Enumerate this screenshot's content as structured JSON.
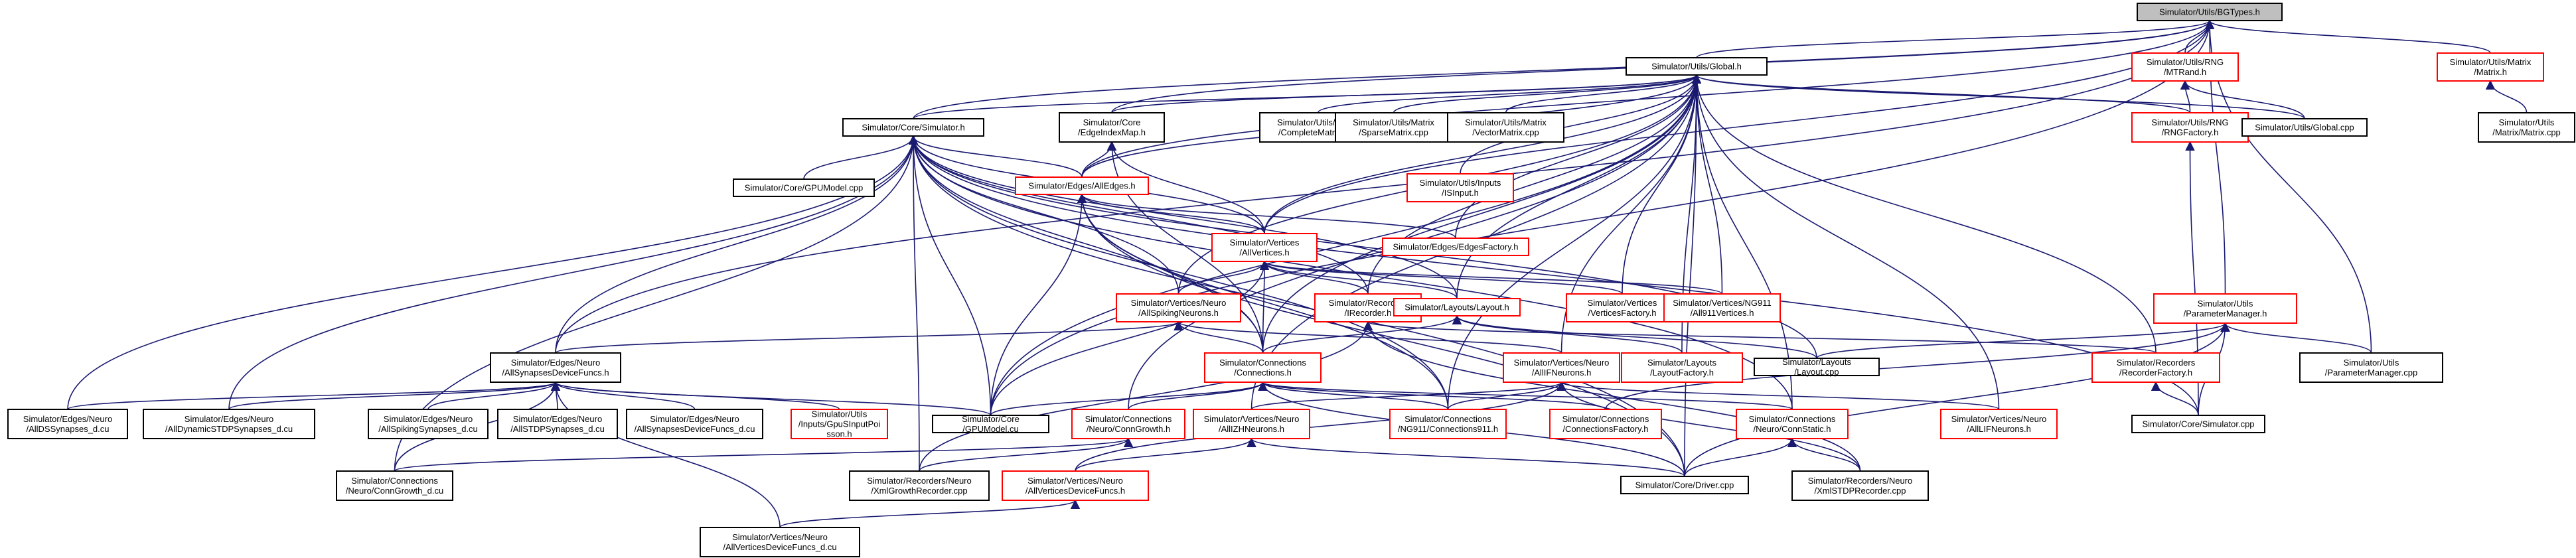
{
  "colors": {
    "edge": "#191970",
    "border_standard": "#000000",
    "border_incomplete": "#ff0000",
    "fill_root": "#bfbfbf",
    "fill_default": "#ffffff"
  },
  "nodes": {
    "bgtypes": {
      "label": "Simulator/Utils/BGTypes.h",
      "status": "root"
    },
    "global_h": {
      "label": "Simulator/Utils/Global.h",
      "status": "standard"
    },
    "mtrand": {
      "label": "Simulator/Utils/RNG/MTRand.h",
      "status": "incomplete"
    },
    "matrix_h": {
      "label": "Simulator/Utils/Matrix/Matrix.h",
      "status": "incomplete"
    },
    "core_simulator_h": {
      "label": "Simulator/Core/Simulator.h",
      "status": "standard"
    },
    "edgeindexmap": {
      "label": "Simulator/Core/EdgeIndexMap.h",
      "status": "standard"
    },
    "completematrix": {
      "label": "Simulator/Utils/Matrix/CompleteMatrix.cpp",
      "status": "standard"
    },
    "sparsematrix": {
      "label": "Simulator/Utils/Matrix/SparseMatrix.cpp",
      "status": "standard"
    },
    "vectormatrix": {
      "label": "Simulator/Utils/Matrix/VectorMatrix.cpp",
      "status": "standard"
    },
    "rngfactory": {
      "label": "Simulator/Utils/RNG/RNGFactory.h",
      "status": "incomplete"
    },
    "global_cpp": {
      "label": "Simulator/Utils/Global.cpp",
      "status": "standard"
    },
    "matrix_cpp": {
      "label": "Simulator/Utils/Matrix/Matrix.cpp",
      "status": "standard"
    },
    "gpumodel_cpp": {
      "label": "Simulator/Core/GPUModel.cpp",
      "status": "standard"
    },
    "isinput": {
      "label": "Simulator/Utils/Inputs/ISInput.h",
      "status": "incomplete"
    },
    "alledges": {
      "label": "Simulator/Edges/AllEdges.h",
      "status": "incomplete"
    },
    "allvertices": {
      "label": "Simulator/Vertices/AllVertices.h",
      "status": "incomplete"
    },
    "edgesfactory": {
      "label": "Simulator/Edges/EdgesFactory.h",
      "status": "incomplete"
    },
    "paramman_h": {
      "label": "Simulator/Utils/ParameterManager.h",
      "status": "incomplete"
    },
    "allspiking": {
      "label": "Simulator/Vertices/Neuro/AllSpikingNeurons.h",
      "status": "incomplete"
    },
    "irecorder": {
      "label": "Simulator/Recorders/IRecorder.h",
      "status": "incomplete"
    },
    "layout_h": {
      "label": "Simulator/Layouts/Layout.h",
      "status": "incomplete"
    },
    "verticesfactory": {
      "label": "Simulator/Vertices/VerticesFactory.h",
      "status": "incomplete"
    },
    "ng911vertices": {
      "label": "Simulator/Vertices/NG911/All911Vertices.h",
      "status": "incomplete"
    },
    "synapsesdevicefuncs": {
      "label": "Simulator/Edges/Neuro/AllSynapsesDeviceFuncs.h",
      "status": "standard"
    },
    "connections_h": {
      "label": "Simulator/Connections/Connections.h",
      "status": "incomplete"
    },
    "alliffneurons": {
      "label": "Simulator/Vertices/Neuro/AllIFNeurons.h",
      "status": "incomplete"
    },
    "layoutfactory": {
      "label": "Simulator/Layouts/LayoutFactory.h",
      "status": "incomplete"
    },
    "layout_cpp": {
      "label": "Simulator/Layouts/Layout.cpp",
      "status": "standard"
    },
    "recorderfactory": {
      "label": "Simulator/Recorders/RecorderFactory.h",
      "status": "incomplete"
    },
    "paramman_cpp": {
      "label": "Simulator/Utils/ParameterManager.cpp",
      "status": "standard"
    },
    "allds_cu": {
      "label": "Simulator/Edges/Neuro/AllDSSynapses_d.cu",
      "status": "standard"
    },
    "alldynstdp_cu": {
      "label": "Simulator/Edges/Neuro/AllDynamicSTDPSynapses_d.cu",
      "status": "standard"
    },
    "allspikingsyn_cu": {
      "label": "Simulator/Edges/Neuro/AllSpikingSynapses_d.cu",
      "status": "standard"
    },
    "allstdp_cu": {
      "label": "Simulator/Edges/Neuro/AllSTDPSynapses_d.cu",
      "status": "standard"
    },
    "allsyndevfuncs_cu": {
      "label": "Simulator/Edges/Neuro/AllSynapsesDeviceFuncs_d.cu",
      "status": "standard"
    },
    "gpuspoisson": {
      "label": "Simulator/Utils/Inputs/GpuSInputPoisson.h",
      "status": "incomplete"
    },
    "gpumodel_cu": {
      "label": "Simulator/Core/GPUModel.cu",
      "status": "standard"
    },
    "conngrowth_h": {
      "label": "Simulator/Connections/Neuro/ConnGrowth.h",
      "status": "incomplete"
    },
    "allizh": {
      "label": "Simulator/Vertices/Neuro/AllIZHNeurons.h",
      "status": "incomplete"
    },
    "connections911": {
      "label": "Simulator/Connections/NG911/Connections911.h",
      "status": "incomplete"
    },
    "connfactory": {
      "label": "Simulator/Connections/ConnectionsFactory.h",
      "status": "incomplete"
    },
    "connstatic": {
      "label": "Simulator/Connections/Neuro/ConnStatic.h",
      "status": "incomplete"
    },
    "alllif": {
      "label": "Simulator/Vertices/Neuro/AllLIFNeurons.h",
      "status": "incomplete"
    },
    "core_simulator_cpp": {
      "label": "Simulator/Core/Simulator.cpp",
      "status": "standard"
    },
    "conngrowth_cu": {
      "label": "Simulator/Connections/Neuro/ConnGrowth_d.cu",
      "status": "standard"
    },
    "xmlgrowth": {
      "label": "Simulator/Recorders/Neuro/XmlGrowthRecorder.cpp",
      "status": "standard"
    },
    "allverticesdevfuncs_h": {
      "label": "Simulator/Vertices/Neuro/AllVerticesDeviceFuncs.h",
      "status": "incomplete"
    },
    "driver": {
      "label": "Simulator/Core/Driver.cpp",
      "status": "standard"
    },
    "xmlstdp": {
      "label": "Simulator/Recorders/Neuro/XmlSTDPRecorder.cpp",
      "status": "standard"
    },
    "allverticesdevfuncs_cu": {
      "label": "Simulator/Vertices/Neuro/AllVerticesDeviceFuncs_d.cu",
      "status": "standard"
    }
  },
  "edges": [
    [
      "global_h",
      "bgtypes"
    ],
    [
      "mtrand",
      "bgtypes"
    ],
    [
      "matrix_h",
      "bgtypes"
    ],
    [
      "core_simulator_h",
      "bgtypes"
    ],
    [
      "edgeindexmap",
      "bgtypes"
    ],
    [
      "alledges",
      "bgtypes"
    ],
    [
      "allvertices",
      "bgtypes"
    ],
    [
      "paramman_h",
      "bgtypes"
    ],
    [
      "synapsesdevicefuncs",
      "bgtypes"
    ],
    [
      "paramman_cpp",
      "bgtypes"
    ],
    [
      "gpumodel_cu",
      "bgtypes"
    ],
    [
      "matrix_cpp",
      "matrix_h"
    ],
    [
      "rngfactory",
      "mtrand"
    ],
    [
      "global_cpp",
      "mtrand"
    ],
    [
      "core_simulator_cpp",
      "rngfactory"
    ],
    [
      "core_simulator_h",
      "global_h"
    ],
    [
      "edgeindexmap",
      "global_h"
    ],
    [
      "completematrix",
      "global_h"
    ],
    [
      "sparsematrix",
      "global_h"
    ],
    [
      "vectormatrix",
      "global_h"
    ],
    [
      "rngfactory",
      "global_h"
    ],
    [
      "global_cpp",
      "global_h"
    ],
    [
      "isinput",
      "global_h"
    ],
    [
      "alledges",
      "global_h"
    ],
    [
      "allvertices",
      "global_h"
    ],
    [
      "edgesfactory",
      "global_h"
    ],
    [
      "allspiking",
      "global_h"
    ],
    [
      "irecorder",
      "global_h"
    ],
    [
      "layout_h",
      "global_h"
    ],
    [
      "verticesfactory",
      "global_h"
    ],
    [
      "ng911vertices",
      "global_h"
    ],
    [
      "connections_h",
      "global_h"
    ],
    [
      "alliffneurons",
      "global_h"
    ],
    [
      "layoutfactory",
      "global_h"
    ],
    [
      "recorderfactory",
      "global_h"
    ],
    [
      "gpumodel_cu",
      "global_h"
    ],
    [
      "connections911",
      "global_h"
    ],
    [
      "connstatic",
      "global_h"
    ],
    [
      "alllif",
      "global_h"
    ],
    [
      "driver",
      "global_h"
    ],
    [
      "conngrowth_h",
      "global_h"
    ],
    [
      "allizh",
      "global_h"
    ],
    [
      "gpumodel_cpp",
      "core_simulator_h"
    ],
    [
      "alledges",
      "core_simulator_h"
    ],
    [
      "allvertices",
      "core_simulator_h"
    ],
    [
      "allspiking",
      "core_simulator_h"
    ],
    [
      "irecorder",
      "core_simulator_h"
    ],
    [
      "layout_h",
      "core_simulator_h"
    ],
    [
      "synapsesdevicefuncs",
      "core_simulator_h"
    ],
    [
      "connections_h",
      "core_simulator_h"
    ],
    [
      "gpumodel_cu",
      "core_simulator_h"
    ],
    [
      "allds_cu",
      "core_simulator_h"
    ],
    [
      "alldynstdp_cu",
      "core_simulator_h"
    ],
    [
      "conngrowth_cu",
      "core_simulator_h"
    ],
    [
      "connections911",
      "core_simulator_h"
    ],
    [
      "connstatic",
      "core_simulator_h"
    ],
    [
      "driver",
      "core_simulator_h"
    ],
    [
      "core_simulator_cpp",
      "core_simulator_h"
    ],
    [
      "layout_cpp",
      "core_simulator_h"
    ],
    [
      "xmlgrowth",
      "core_simulator_h"
    ],
    [
      "alledges",
      "edgeindexmap"
    ],
    [
      "allvertices",
      "edgeindexmap"
    ],
    [
      "connections_h",
      "edgeindexmap"
    ],
    [
      "allvertices",
      "alledges"
    ],
    [
      "edgesfactory",
      "alledges"
    ],
    [
      "connections_h",
      "alledges"
    ],
    [
      "gpumodel_cu",
      "alledges"
    ],
    [
      "connections911",
      "alledges"
    ],
    [
      "driver",
      "alledges"
    ],
    [
      "allspiking",
      "allvertices"
    ],
    [
      "irecorder",
      "allvertices"
    ],
    [
      "layout_h",
      "allvertices"
    ],
    [
      "verticesfactory",
      "allvertices"
    ],
    [
      "ng911vertices",
      "allvertices"
    ],
    [
      "connections_h",
      "allvertices"
    ],
    [
      "gpumodel_cu",
      "allvertices"
    ],
    [
      "layoutfactory",
      "layout_h"
    ],
    [
      "layout_cpp",
      "layout_h"
    ],
    [
      "connections_h",
      "layout_h"
    ],
    [
      "layout_h",
      "irecorder"
    ],
    [
      "alliffneurons",
      "allspiking"
    ],
    [
      "synapsesdevicefuncs",
      "allspiking"
    ],
    [
      "connections_h",
      "allspiking"
    ],
    [
      "recorderfactory",
      "irecorder"
    ],
    [
      "xmlgrowth",
      "irecorder"
    ],
    [
      "xmlstdp",
      "irecorder"
    ],
    [
      "irecorder",
      "layout_h"
    ],
    [
      "allizh",
      "alliffneurons"
    ],
    [
      "alllif",
      "alliffneurons"
    ],
    [
      "connections911",
      "alliffneurons"
    ],
    [
      "allverticesdevfuncs_h",
      "alliffneurons"
    ],
    [
      "xmlstdp",
      "alliffneurons"
    ],
    [
      "conngrowth_h",
      "connections_h"
    ],
    [
      "connections911",
      "connections_h"
    ],
    [
      "connfactory",
      "connections_h"
    ],
    [
      "connstatic",
      "connections_h"
    ],
    [
      "gpumodel_cu",
      "connections_h"
    ],
    [
      "driver",
      "connections_h"
    ],
    [
      "xmlgrowth",
      "conngrowth_h"
    ],
    [
      "conngrowth_cu",
      "conngrowth_h"
    ],
    [
      "driver",
      "connstatic"
    ],
    [
      "xmlstdp",
      "connstatic"
    ],
    [
      "allverticesdevfuncs_h",
      "allizh"
    ],
    [
      "driver",
      "allizh"
    ],
    [
      "allverticesdevfuncs_cu",
      "allverticesdevfuncs_h"
    ],
    [
      "allds_cu",
      "synapsesdevicefuncs"
    ],
    [
      "alldynstdp_cu",
      "synapsesdevicefuncs"
    ],
    [
      "allspikingsyn_cu",
      "synapsesdevicefuncs"
    ],
    [
      "allstdp_cu",
      "synapsesdevicefuncs"
    ],
    [
      "allsyndevfuncs_cu",
      "synapsesdevicefuncs"
    ],
    [
      "gpuspoisson",
      "synapsesdevicefuncs"
    ],
    [
      "gpumodel_cu",
      "synapsesdevicefuncs"
    ],
    [
      "conngrowth_cu",
      "synapsesdevicefuncs"
    ],
    [
      "allverticesdevfuncs_cu",
      "synapsesdevicefuncs"
    ],
    [
      "core_simulator_cpp",
      "recorderfactory"
    ],
    [
      "core_simulator_cpp",
      "paramman_h"
    ],
    [
      "paramman_cpp",
      "paramman_h"
    ],
    [
      "driver",
      "paramman_h"
    ],
    [
      "connfactory",
      "paramman_h"
    ],
    [
      "layout_cpp",
      "paramman_h"
    ]
  ]
}
